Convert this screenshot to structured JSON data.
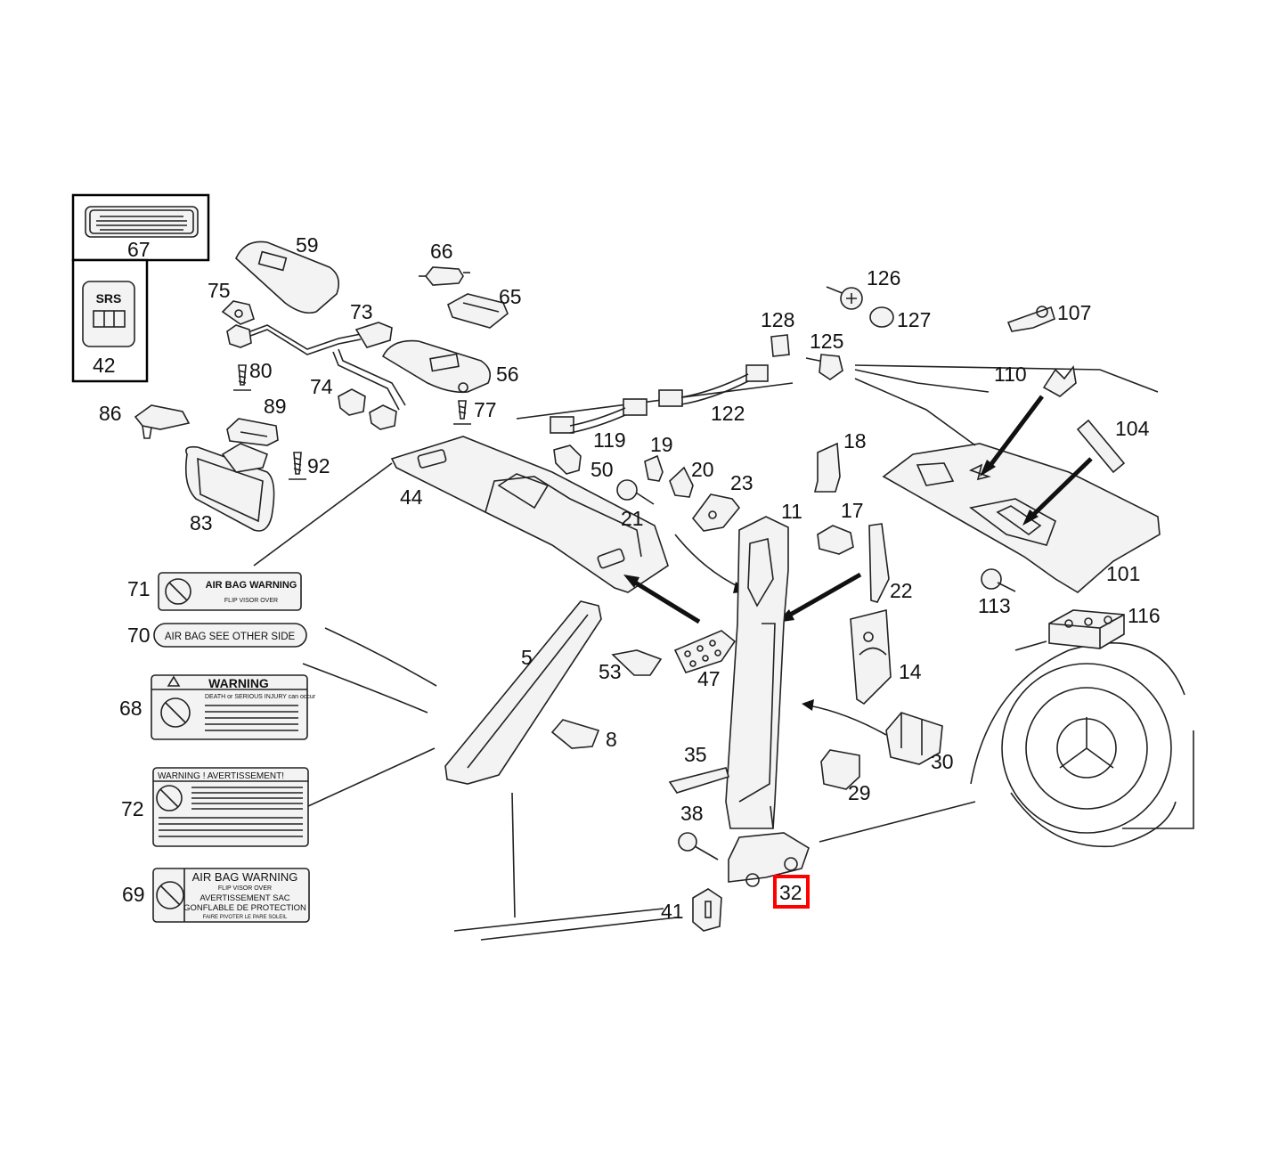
{
  "diagram": {
    "callouts": [
      {
        "id": "c67",
        "text": "67"
      },
      {
        "id": "c42",
        "text": "42"
      },
      {
        "id": "c59",
        "text": "59"
      },
      {
        "id": "c75",
        "text": "75"
      },
      {
        "id": "c73",
        "text": "73"
      },
      {
        "id": "c66",
        "text": "66"
      },
      {
        "id": "c65",
        "text": "65"
      },
      {
        "id": "c56",
        "text": "56"
      },
      {
        "id": "c80",
        "text": "80"
      },
      {
        "id": "c74",
        "text": "74"
      },
      {
        "id": "c77",
        "text": "77"
      },
      {
        "id": "c86",
        "text": "86"
      },
      {
        "id": "c89",
        "text": "89"
      },
      {
        "id": "c92",
        "text": "92"
      },
      {
        "id": "c83",
        "text": "83"
      },
      {
        "id": "c44",
        "text": "44"
      },
      {
        "id": "c126",
        "text": "126"
      },
      {
        "id": "c127",
        "text": "127"
      },
      {
        "id": "c107",
        "text": "107"
      },
      {
        "id": "c128",
        "text": "128"
      },
      {
        "id": "c125",
        "text": "125"
      },
      {
        "id": "c110",
        "text": "110"
      },
      {
        "id": "c119",
        "text": "119"
      },
      {
        "id": "c122",
        "text": "122"
      },
      {
        "id": "c19",
        "text": "19"
      },
      {
        "id": "c50",
        "text": "50"
      },
      {
        "id": "c20",
        "text": "20"
      },
      {
        "id": "c18",
        "text": "18"
      },
      {
        "id": "c104",
        "text": "104"
      },
      {
        "id": "c23",
        "text": "23"
      },
      {
        "id": "c21",
        "text": "21"
      },
      {
        "id": "c11",
        "text": "11"
      },
      {
        "id": "c17",
        "text": "17"
      },
      {
        "id": "c22",
        "text": "22"
      },
      {
        "id": "c101",
        "text": "101"
      },
      {
        "id": "c113",
        "text": "113"
      },
      {
        "id": "c116",
        "text": "116"
      },
      {
        "id": "c71",
        "text": "71"
      },
      {
        "id": "c70",
        "text": "70"
      },
      {
        "id": "c5",
        "text": "5"
      },
      {
        "id": "c53",
        "text": "53"
      },
      {
        "id": "c47",
        "text": "47"
      },
      {
        "id": "c14",
        "text": "14"
      },
      {
        "id": "c68",
        "text": "68"
      },
      {
        "id": "c8",
        "text": "8"
      },
      {
        "id": "c35",
        "text": "35"
      },
      {
        "id": "c30",
        "text": "30"
      },
      {
        "id": "c29",
        "text": "29"
      },
      {
        "id": "c72",
        "text": "72"
      },
      {
        "id": "c38",
        "text": "38"
      },
      {
        "id": "c69",
        "text": "69"
      },
      {
        "id": "c32",
        "text": "32"
      },
      {
        "id": "c41",
        "text": "41"
      }
    ],
    "labels": {
      "srs": "SRS",
      "l71_title": "AIR BAG WARNING",
      "l71_sub": "FLIP VISOR OVER",
      "l70": "AIR BAG SEE OTHER SIDE",
      "l68_title": "WARNING",
      "l68_sub": "DEATH or SERIOUS INJURY can occur",
      "l72_title": "WARNING !  AVERTISSEMENT!",
      "l69_title": "AIR BAG WARNING",
      "l69_sub1": "FLIP VISOR OVER",
      "l69_sub2": "AVERTISSEMENT SAC",
      "l69_sub3": "GONFLABLE DE PROTECTION",
      "l69_sub4": "FAIRE PIVOTER LE PARE SOLEIL"
    },
    "highlight_color": "#ff0000"
  }
}
